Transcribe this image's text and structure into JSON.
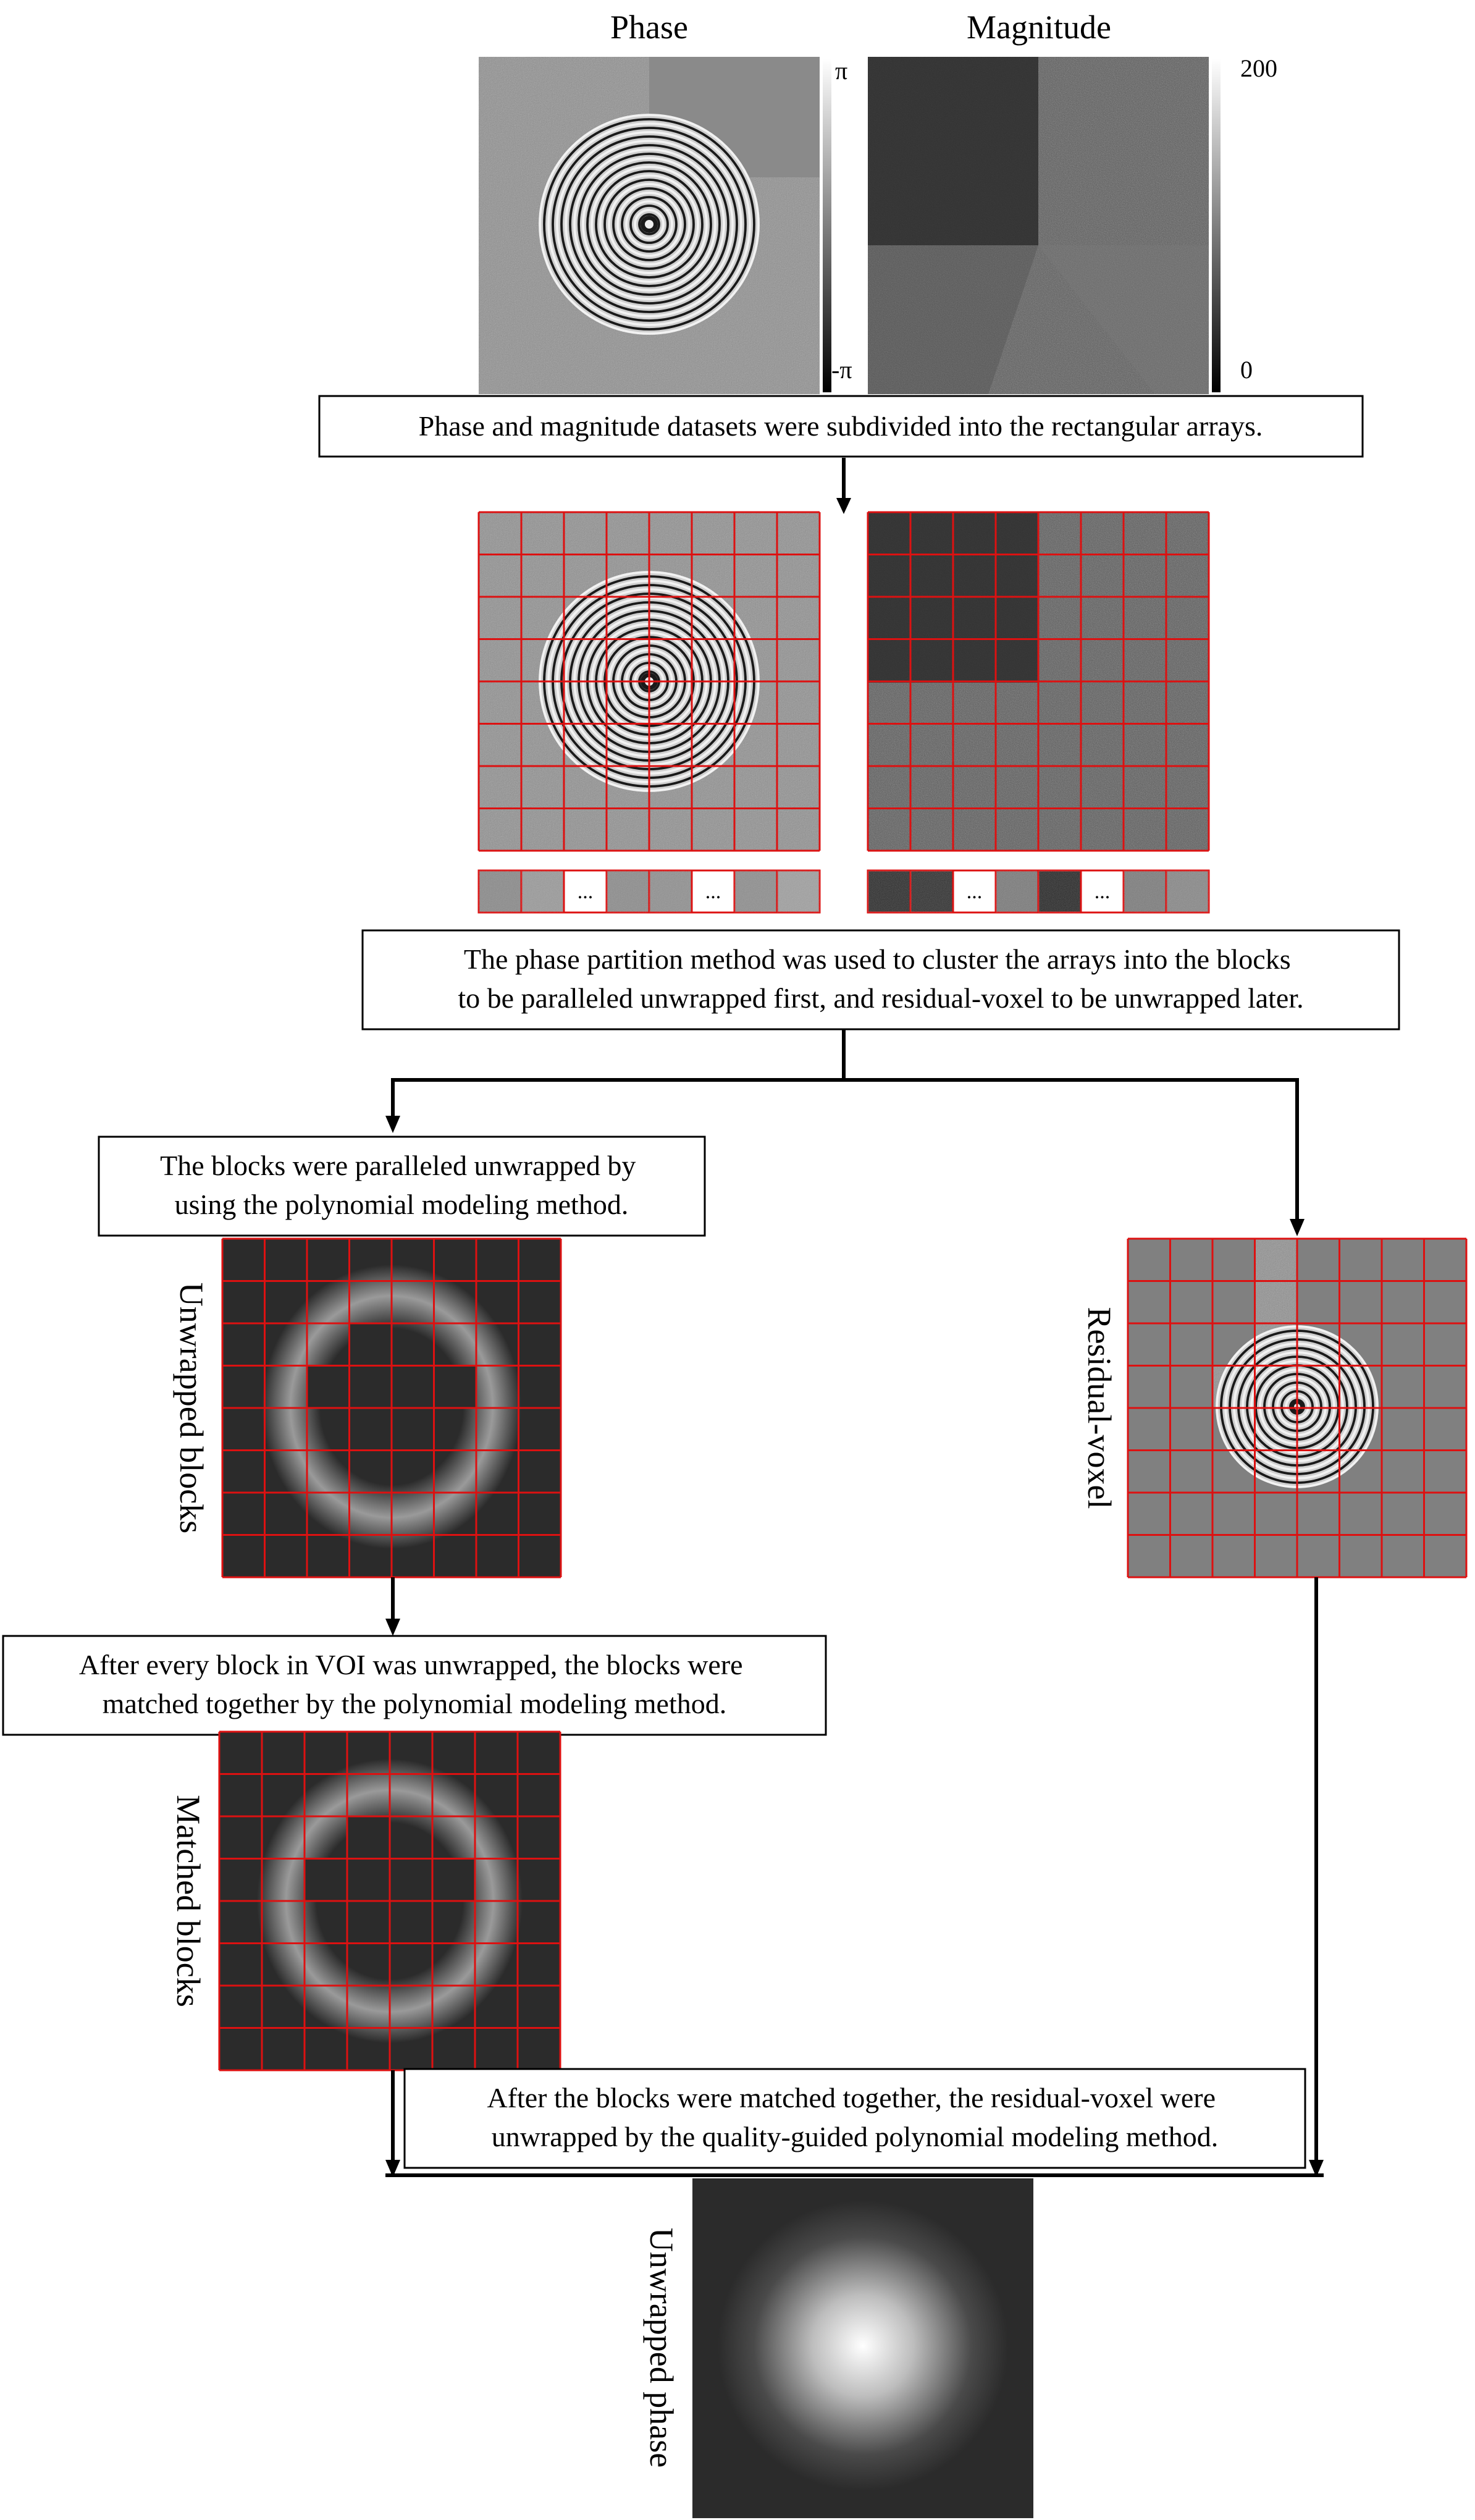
{
  "header": {
    "phase_label": "Phase",
    "magnitude_label": "Magnitude"
  },
  "colorbars": {
    "phase_max": "π",
    "phase_min": "-π",
    "magnitude_max": "200",
    "magnitude_min": "0"
  },
  "steps": {
    "subdivide": [
      "Phase and magnitude datasets were subdivided into the rectangular arrays."
    ],
    "partition": [
      "The phase partition method was used to cluster the arrays into the blocks",
      "to be paralleled unwrapped first, and residual-voxel to be unwrapped later."
    ],
    "parallel_unwrap": [
      "The blocks were paralleled unwrapped by",
      "using the polynomial modeling method."
    ],
    "match_blocks": [
      "After every block in VOI was unwrapped, the blocks were",
      "matched together by the polynomial modeling method."
    ],
    "residual_unwrap": [
      "After the blocks were matched together, the residual-voxel were",
      "unwrapped by the quality-guided polynomial modeling method."
    ]
  },
  "strip_ellipsis": "...",
  "image_labels": {
    "unwrapped_blocks": "Unwrapped blocks",
    "residual_voxel": "Residual-voxel",
    "matched_blocks": "Matched blocks",
    "unwrapped_phase": "Unwrapped phase"
  },
  "colors": {
    "grid_line": "#dd1111",
    "arrow": "#000000",
    "noise_mid": "#8c8c8c",
    "noise_dark": "#3a3a3a",
    "block_dark": "#2b2b2b",
    "residual_gray": "#808080"
  }
}
